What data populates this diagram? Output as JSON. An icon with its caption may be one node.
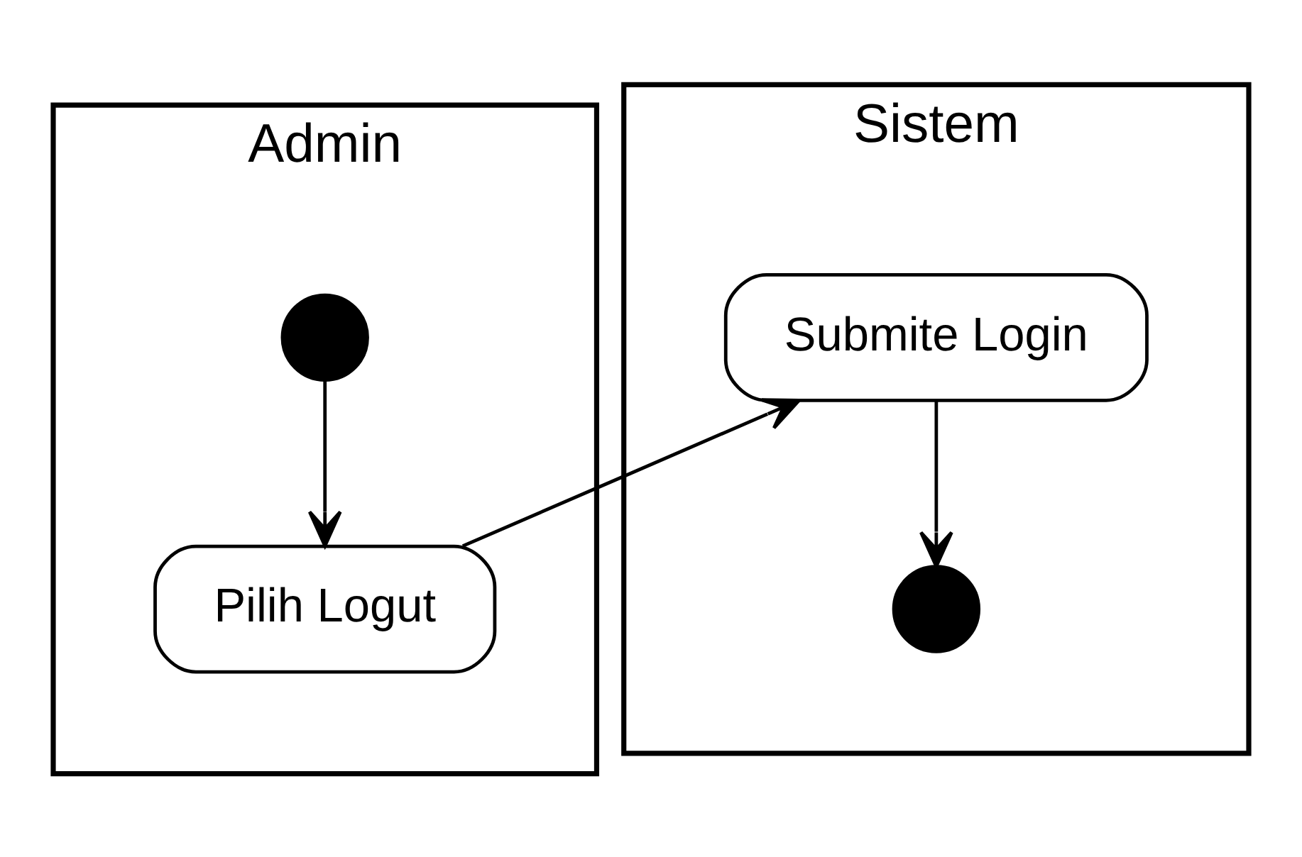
{
  "diagram": {
    "nodes": [
      {
        "text": [
          "Admin"
        ]
      },
      {
        "text": [
          "Sistem"
        ]
      },
      {
        "text": [],
        "shape": "circle",
        "in": 0
      },
      {
        "text": [
          "Pilih Logut"
        ],
        "in": 0
      },
      {
        "text": [
          "Submite Login"
        ],
        "in": 1
      },
      {
        "text": [],
        "shape": "circle",
        "in": 1
      }
    ],
    "edges": [
      {
        "from": 2,
        "to": 3,
        "arrow": "to"
      },
      {
        "from": 3,
        "to": 4,
        "arrow": "to"
      },
      {
        "from": 4,
        "to": 5,
        "arrow": "to"
      }
    ]
  }
}
